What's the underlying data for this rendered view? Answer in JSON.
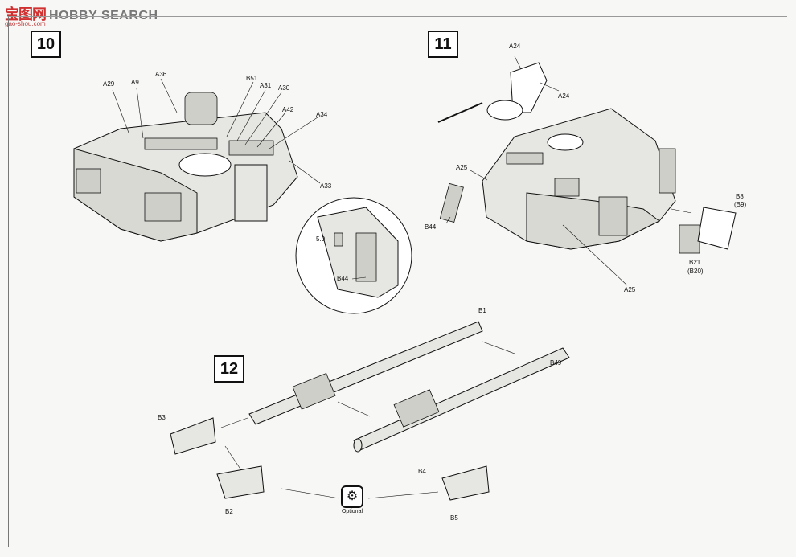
{
  "watermark": {
    "logo": "宝图网",
    "brand": "HOBBY SEARCH",
    "site": "gao-shou.com"
  },
  "steps": [
    "10",
    "11",
    "12"
  ],
  "parts": {
    "a29": "A29",
    "a9": "A9",
    "a36": "A36",
    "b51": "B51",
    "a31": "A31",
    "a30": "A30",
    "a42": "A42",
    "a34": "A34",
    "a33": "A33",
    "dim": "5.0",
    "b44_detail": "B44",
    "a24_top": "A24",
    "a24_side": "A24",
    "a25_left": "A25",
    "b44": "B44",
    "b8": "B8",
    "b9": "(B9)",
    "b21": "B21",
    "b20": "(B20)",
    "a25_bottom": "A25",
    "b1": "B1",
    "b49": "B49",
    "b3": "B3",
    "b2": "B2",
    "b4": "B4",
    "b5": "B5"
  },
  "optional": {
    "icon": "optional-gear-icon",
    "label": "Optional"
  }
}
